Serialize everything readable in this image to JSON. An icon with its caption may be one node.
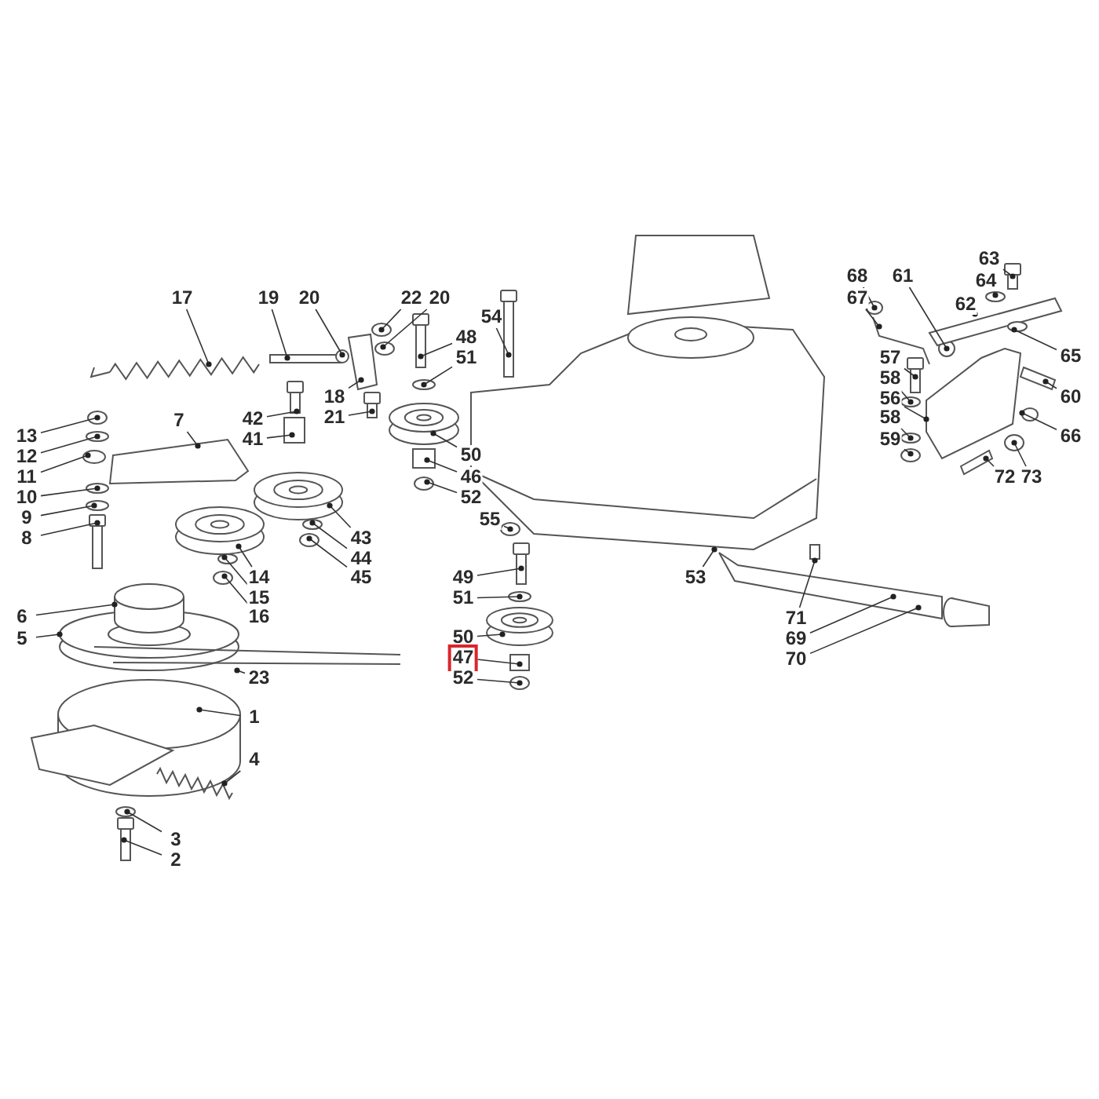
{
  "diagram": {
    "nodes": [
      {
        "text": [
          "63"
        ]
      },
      {
        "text": [
          "64"
        ]
      },
      {
        "text": [
          "68"
        ]
      },
      {
        "text": [
          "61"
        ]
      },
      {
        "text": [
          "17"
        ]
      },
      {
        "text": [
          "19"
        ]
      },
      {
        "text": [
          "20"
        ]
      },
      {
        "text": [
          "22"
        ]
      },
      {
        "text": [
          "20"
        ]
      },
      {
        "text": [
          "67"
        ]
      },
      {
        "text": [
          "62"
        ]
      },
      {
        "text": [
          "54"
        ]
      },
      {
        "text": [
          "48"
        ]
      },
      {
        "text": [
          "51"
        ]
      },
      {
        "text": [
          "65"
        ]
      },
      {
        "text": [
          "57"
        ]
      },
      {
        "text": [
          "58"
        ]
      },
      {
        "text": [
          "18"
        ]
      },
      {
        "text": [
          "60"
        ]
      },
      {
        "text": [
          "56"
        ]
      },
      {
        "text": [
          "13"
        ]
      },
      {
        "text": [
          "21"
        ]
      },
      {
        "text": [
          "42"
        ]
      },
      {
        "text": [
          "7"
        ]
      },
      {
        "text": [
          "58"
        ]
      },
      {
        "text": [
          "41"
        ]
      },
      {
        "text": [
          "66"
        ]
      },
      {
        "text": [
          "59"
        ]
      },
      {
        "text": [
          "50"
        ]
      },
      {
        "text": [
          "12"
        ]
      },
      {
        "text": [
          "11"
        ]
      },
      {
        "text": [
          "46"
        ]
      },
      {
        "text": [
          "72"
        ]
      },
      {
        "text": [
          "73"
        ]
      },
      {
        "text": [
          "10"
        ]
      },
      {
        "text": [
          "52"
        ]
      },
      {
        "text": [
          "9"
        ]
      },
      {
        "text": [
          "55"
        ]
      },
      {
        "text": [
          "43"
        ]
      },
      {
        "text": [
          "8"
        ]
      },
      {
        "text": [
          "44"
        ]
      },
      {
        "text": [
          "14"
        ]
      },
      {
        "text": [
          "45"
        ]
      },
      {
        "text": [
          "49"
        ]
      },
      {
        "text": [
          "53"
        ]
      },
      {
        "text": [
          "15"
        ]
      },
      {
        "text": [
          "51"
        ]
      },
      {
        "text": [
          "6"
        ]
      },
      {
        "text": [
          "16"
        ]
      },
      {
        "text": [
          "71"
        ]
      },
      {
        "text": [
          "5"
        ]
      },
      {
        "text": [
          "50"
        ]
      },
      {
        "text": [
          "69"
        ]
      },
      {
        "text": [
          "47"
        ]
      },
      {
        "text": [
          "70"
        ]
      },
      {
        "text": [
          "52"
        ]
      },
      {
        "text": [
          "23"
        ]
      },
      {
        "text": [
          "1"
        ]
      },
      {
        "text": [
          "4"
        ]
      },
      {
        "text": [
          "3"
        ]
      },
      {
        "text": [
          "2"
        ]
      },
      {
        "text": [],
        "shape": "bar"
      },
      {
        "text": [],
        "shape": "circle"
      },
      {
        "text": [],
        "shape": "circle"
      },
      {
        "text": [],
        "shape": "circle"
      },
      {
        "text": [],
        "shape": "picture"
      },
      {
        "text": [],
        "shape": "bar"
      },
      {
        "text": [],
        "shape": "circle"
      },
      {
        "text": [],
        "shape": "circle"
      },
      {
        "text": [],
        "shape": "circle"
      },
      {
        "text": [],
        "shape": "picture"
      },
      {
        "text": [],
        "shape": "picture"
      },
      {
        "text": [],
        "shape": "bar"
      },
      {
        "text": [],
        "shape": "bar"
      },
      {
        "text": [],
        "shape": "circle"
      },
      {
        "text": [],
        "shape": "circle"
      },
      {
        "text": [],
        "shape": "bar"
      },
      {
        "text": [],
        "shape": "circle"
      },
      {
        "text": [],
        "shape": "picture"
      },
      {
        "text": [],
        "shape": "bar"
      },
      {
        "text": [],
        "shape": "picture"
      },
      {
        "text": [],
        "shape": "circle"
      },
      {
        "text": [],
        "shape": "bar"
      },
      {
        "text": [],
        "shape": "bar"
      },
      {
        "text": [],
        "shape": "picture"
      },
      {
        "text": [],
        "shape": "circle"
      },
      {
        "text": [],
        "shape": "cylinder"
      },
      {
        "text": [],
        "shape": "circle"
      },
      {
        "text": [],
        "shape": "circle"
      },
      {
        "text": [],
        "shape": "circle"
      },
      {
        "text": [],
        "shape": "circle"
      },
      {
        "text": [],
        "shape": "circle"
      },
      {
        "text": [],
        "shape": "cylinder"
      },
      {
        "text": [],
        "shape": "bar"
      },
      {
        "text": [],
        "shape": "circle"
      },
      {
        "text": [],
        "shape": "circle"
      },
      {
        "text": [],
        "shape": "circle"
      },
      {
        "text": [],
        "shape": "circle"
      },
      {
        "text": [],
        "shape": "circle"
      },
      {
        "text": [],
        "shape": "circle"
      },
      {
        "text": [],
        "shape": "bar"
      },
      {
        "text": [],
        "shape": "circle"
      },
      {
        "text": [],
        "shape": "circle"
      },
      {
        "text": [],
        "shape": "circle"
      },
      {
        "text": [],
        "shape": "bar"
      },
      {
        "text": [],
        "shape": "picture"
      },
      {
        "text": [],
        "shape": "circle"
      },
      {
        "text": [],
        "shape": "circle"
      },
      {
        "text": [],
        "shape": "cylinder"
      },
      {
        "text": [],
        "shape": "circle"
      },
      {
        "text": [],
        "shape": "box"
      },
      {
        "text": [],
        "shape": "circle"
      },
      {
        "text": [],
        "shape": "circle"
      },
      {
        "text": [],
        "shape": "picture"
      },
      {
        "text": [],
        "shape": "cylinder"
      },
      {
        "text": [],
        "shape": "cylinder"
      },
      {
        "text": [],
        "shape": "circle"
      },
      {
        "text": [],
        "shape": "picture"
      },
      {
        "text": [],
        "shape": "picture"
      },
      {
        "text": [],
        "shape": "picture"
      },
      {
        "text": [],
        "shape": "circle"
      },
      {
        "text": [],
        "shape": "bar"
      }
    ],
    "edges": [
      {
        "from": 0,
        "to": 61,
        "arrow": "other"
      },
      {
        "from": 1,
        "to": 62,
        "arrow": "other"
      },
      {
        "from": 2,
        "to": 63,
        "arrow": "other"
      },
      {
        "from": 3,
        "to": 64,
        "arrow": "other"
      },
      {
        "from": 4,
        "to": 65,
        "arrow": "other"
      },
      {
        "from": 5,
        "to": 66,
        "arrow": "other"
      },
      {
        "from": 6,
        "to": 67,
        "arrow": "other"
      },
      {
        "from": 7,
        "to": 68,
        "arrow": "other"
      },
      {
        "from": 8,
        "to": 69,
        "arrow": "other"
      },
      {
        "from": 9,
        "to": 70,
        "arrow": "other"
      },
      {
        "from": 10,
        "to": 71,
        "arrow": "other"
      },
      {
        "from": 11,
        "to": 72,
        "arrow": "other"
      },
      {
        "from": 12,
        "to": 73,
        "arrow": "other"
      },
      {
        "from": 13,
        "to": 74,
        "arrow": "other"
      },
      {
        "from": 14,
        "to": 75,
        "arrow": "other"
      },
      {
        "from": 15,
        "to": 76,
        "arrow": "other"
      },
      {
        "from": 16,
        "to": 77,
        "arrow": "other"
      },
      {
        "from": 17,
        "to": 78,
        "arrow": "other"
      },
      {
        "from": 18,
        "to": 79,
        "arrow": "other"
      },
      {
        "from": 19,
        "to": 80,
        "arrow": "other"
      },
      {
        "from": 20,
        "to": 81,
        "arrow": "other"
      },
      {
        "from": 21,
        "to": 82,
        "arrow": "other"
      },
      {
        "from": 22,
        "to": 83,
        "arrow": "other"
      },
      {
        "from": 23,
        "to": 84,
        "arrow": "other"
      },
      {
        "from": 24,
        "to": 85,
        "arrow": "other"
      },
      {
        "from": 25,
        "to": 86,
        "arrow": "other"
      },
      {
        "from": 26,
        "to": 87,
        "arrow": "other"
      },
      {
        "from": 27,
        "to": 88,
        "arrow": "other"
      },
      {
        "from": 28,
        "to": 89,
        "arrow": "other"
      },
      {
        "from": 29,
        "to": 90,
        "arrow": "other"
      },
      {
        "from": 30,
        "to": 91,
        "arrow": "other"
      },
      {
        "from": 31,
        "to": 92,
        "arrow": "other"
      },
      {
        "from": 32,
        "to": 93,
        "arrow": "other"
      },
      {
        "from": 33,
        "to": 94,
        "arrow": "other"
      },
      {
        "from": 34,
        "to": 95,
        "arrow": "other"
      },
      {
        "from": 35,
        "to": 96,
        "arrow": "other"
      },
      {
        "from": 36,
        "to": 97,
        "arrow": "other"
      },
      {
        "from": 37,
        "to": 98,
        "arrow": "other"
      },
      {
        "from": 38,
        "to": 99,
        "arrow": "other"
      },
      {
        "from": 39,
        "to": 100,
        "arrow": "other"
      },
      {
        "from": 40,
        "to": 101,
        "arrow": "other"
      },
      {
        "from": 41,
        "to": 102,
        "arrow": "other"
      },
      {
        "from": 42,
        "to": 103,
        "arrow": "other"
      },
      {
        "from": 43,
        "to": 104,
        "arrow": "other"
      },
      {
        "from": 44,
        "to": 105,
        "arrow": "other"
      },
      {
        "from": 45,
        "to": 106,
        "arrow": "other"
      },
      {
        "from": 46,
        "to": 107,
        "arrow": "other"
      },
      {
        "from": 47,
        "to": 108,
        "arrow": "other"
      },
      {
        "from": 48,
        "to": 109,
        "arrow": "other"
      },
      {
        "from": 49,
        "to": 110,
        "arrow": "other"
      },
      {
        "from": 50,
        "to": 111,
        "arrow": "other"
      },
      {
        "from": 51,
        "to": 112,
        "arrow": "other"
      },
      {
        "from": 52,
        "to": 113,
        "arrow": "other"
      },
      {
        "from": 53,
        "to": 114,
        "arrow": "other"
      },
      {
        "from": 54,
        "to": 115,
        "arrow": "other"
      },
      {
        "from": 55,
        "to": 116,
        "arrow": "other"
      },
      {
        "from": 56,
        "to": 117,
        "arrow": "other"
      },
      {
        "from": 57,
        "to": 118,
        "arrow": "other"
      },
      {
        "from": 58,
        "to": 119,
        "arrow": "other"
      },
      {
        "from": 59,
        "to": 120,
        "arrow": "other"
      },
      {
        "from": 60,
        "to": 121,
        "arrow": "other"
      }
    ]
  }
}
